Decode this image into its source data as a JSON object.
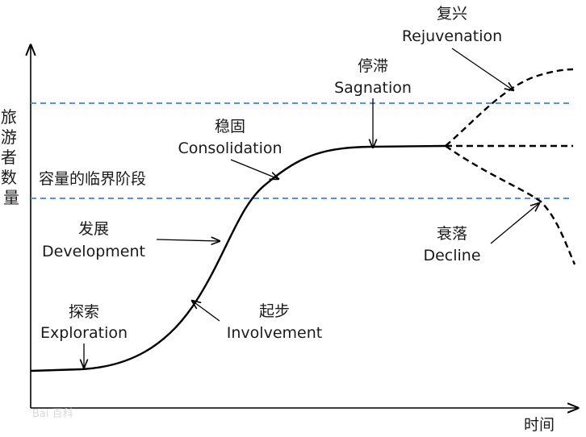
{
  "axes": {
    "y_label": "旅游者数量",
    "x_label": "时间"
  },
  "threshold_label": "容量的临界阶段",
  "stages": {
    "exploration": {
      "zh": "探索",
      "en": "Exploration"
    },
    "involvement": {
      "zh": "起步",
      "en": "Involvement"
    },
    "development": {
      "zh": "发展",
      "en": "Development"
    },
    "consolidation": {
      "zh": "稳固",
      "en": "Consolidation"
    },
    "stagnation": {
      "zh": "停滞",
      "en": "Sagnation"
    },
    "rejuvenation": {
      "zh": "复兴",
      "en": "Rejuvenation"
    },
    "decline": {
      "zh": "衰落",
      "en": "Decline"
    }
  },
  "watermark": "Bai 百科",
  "colors": {
    "curve": "#000000",
    "threshold_line": "#5b8fd6",
    "text": "#1a1a1a"
  }
}
